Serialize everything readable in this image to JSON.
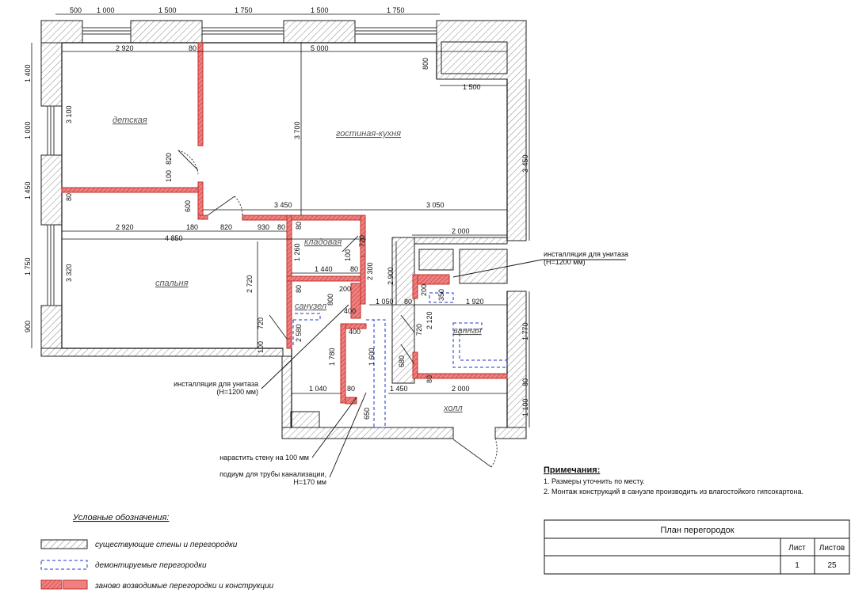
{
  "rooms": {
    "children": "детская",
    "living_kitchen": "гостиная-кухня",
    "bedroom": "спальня",
    "storage": "кладовая",
    "wc": "санузел",
    "bathroom": "ванная",
    "hall": "холл"
  },
  "dimensions": {
    "top": [
      "500",
      "1 000",
      "1 500",
      "1 750",
      "1 500",
      "1 750"
    ],
    "row1": [
      "2 920",
      "80",
      "5 000"
    ],
    "d_800": "800",
    "d_1500": "1 500",
    "left": [
      "1 400",
      "1 000",
      "1 450",
      "1 750",
      "900"
    ],
    "d_3100": "3 100",
    "d_3700": "3 700",
    "d_3450v": "3 450",
    "d_820": "820",
    "d_100": "100",
    "d_80a": "80",
    "d_600": "600",
    "d_3450": "3 450",
    "d_3050": "3 050",
    "d_2920b": "2 920",
    "d_180": "180",
    "d_820b": "820",
    "d_930": "930",
    "d_80b": "80",
    "d_80c": "80",
    "d_4850": "4 850",
    "d_2000a": "2 000",
    "d_720a": "720",
    "d_100b": "100",
    "d_1260": "1 260",
    "d_3320": "3 320",
    "d_2720": "2 720",
    "d_1440": "1 440",
    "d_80d": "80",
    "d_2300": "2 300",
    "d_2900": "2 900",
    "d_80e": "80",
    "d_200a": "200",
    "d_800b": "800",
    "d_200b": "200",
    "d_350": "350",
    "d_1050": "1 050",
    "d_80f": "80",
    "d_1920": "1 920",
    "d_400a": "400",
    "d_720b": "720",
    "d_2580": "2 580",
    "d_400b": "400",
    "d_720c": "720",
    "d_2120": "2 120",
    "d_1770": "1 770",
    "d_100c": "100",
    "d_1780": "1 780",
    "d_1600": "1 600",
    "d_680": "680",
    "d_80g": "80",
    "d_1040": "1 040",
    "d_80h": "80",
    "d_1450": "1 450",
    "d_2000b": "2 000",
    "d_80i": "80",
    "d_650": "650",
    "d_1100": "1 100"
  },
  "callouts": {
    "install_right_1": "инсталляция для унитаза",
    "install_right_2": "(Н=1200 мм)",
    "install_left_1": "инсталляция для унитаза",
    "install_left_2": "(Н=1200 мм)",
    "extend_wall": "нарастить стену на 100 мм",
    "podium_1": "подиум для трубы канализации,",
    "podium_2": "Н=170 мм"
  },
  "notes": {
    "title": "Примечания:",
    "items": [
      "1. Размеры уточнить по месту.",
      "2. Монтаж конструкций в санузле производить из влагостойкого гипсокартона."
    ]
  },
  "legend": {
    "title": "Условные обозначения:",
    "items": [
      {
        "label": "существующие стены и перегородки"
      },
      {
        "label": "демонтируемые перегородки"
      },
      {
        "label": "заново возводимые перегородки и конструкции"
      }
    ]
  },
  "title_block": {
    "title": "План  перегородок",
    "sheet_label": "Лист",
    "sheets_label": "Листов",
    "sheet": "1",
    "sheets": "25"
  },
  "colors": {
    "existing_wall": "#9a9a9a",
    "new_wall_fill": "#f08080",
    "new_wall_stroke": "#c0302a",
    "demolished": "#2233cc",
    "line": "#111111"
  }
}
